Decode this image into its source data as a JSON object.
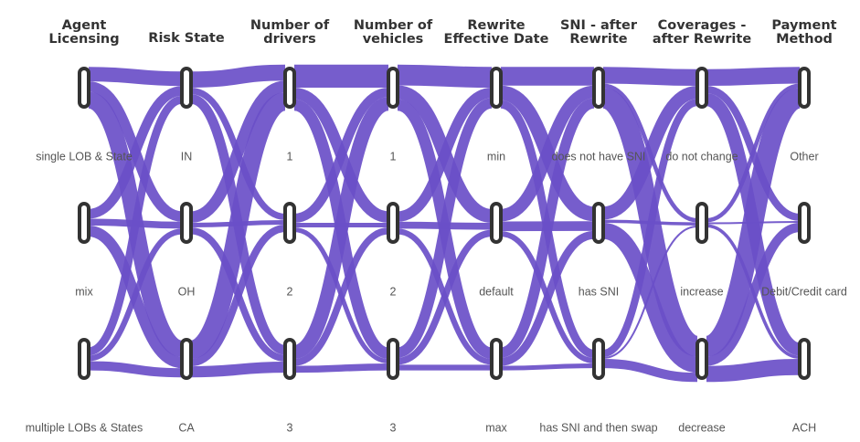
{
  "chart_data": {
    "type": "sankey",
    "title": "",
    "colors": {
      "flow": "#6a4fc8",
      "node_fill": "#ffffff",
      "node_stroke": "#333333",
      "text": "#555555",
      "title": "#333333"
    },
    "dimensions": [
      {
        "title": [
          "Agent",
          "Licensing"
        ],
        "categories": [
          "single LOB & State",
          "mix",
          "multiple LOBs & States"
        ],
        "weights": [
          0.45,
          0.3,
          0.25
        ]
      },
      {
        "title": [
          "Risk State"
        ],
        "categories": [
          "IN",
          "OH",
          "CA"
        ],
        "weights": [
          0.35,
          0.25,
          0.4
        ]
      },
      {
        "title": [
          "Number of",
          "drivers"
        ],
        "categories": [
          "1",
          "2",
          "3"
        ],
        "weights": [
          0.5,
          0.2,
          0.3
        ]
      },
      {
        "title": [
          "Number of",
          "vehicles"
        ],
        "categories": [
          "1",
          "2",
          "3"
        ],
        "weights": [
          0.5,
          0.25,
          0.25
        ]
      },
      {
        "title": [
          "Rewrite",
          "Effective Date"
        ],
        "categories": [
          "min",
          "default",
          "max"
        ],
        "weights": [
          0.45,
          0.3,
          0.25
        ]
      },
      {
        "title": [
          "SNI - after",
          "Rewrite"
        ],
        "categories": [
          "does not have SNI",
          "has SNI",
          "has SNI and then swap"
        ],
        "weights": [
          0.45,
          0.35,
          0.2
        ]
      },
      {
        "title": [
          "Coverages -",
          "after Rewrite"
        ],
        "categories": [
          "do not change",
          "increase",
          "decrease"
        ],
        "weights": [
          0.4,
          0.1,
          0.5
        ]
      },
      {
        "title": [
          "Payment",
          "Method"
        ],
        "categories": [
          "Other",
          "Debit/Credit card",
          "ACH"
        ],
        "weights": [
          0.45,
          0.2,
          0.35
        ]
      }
    ]
  }
}
